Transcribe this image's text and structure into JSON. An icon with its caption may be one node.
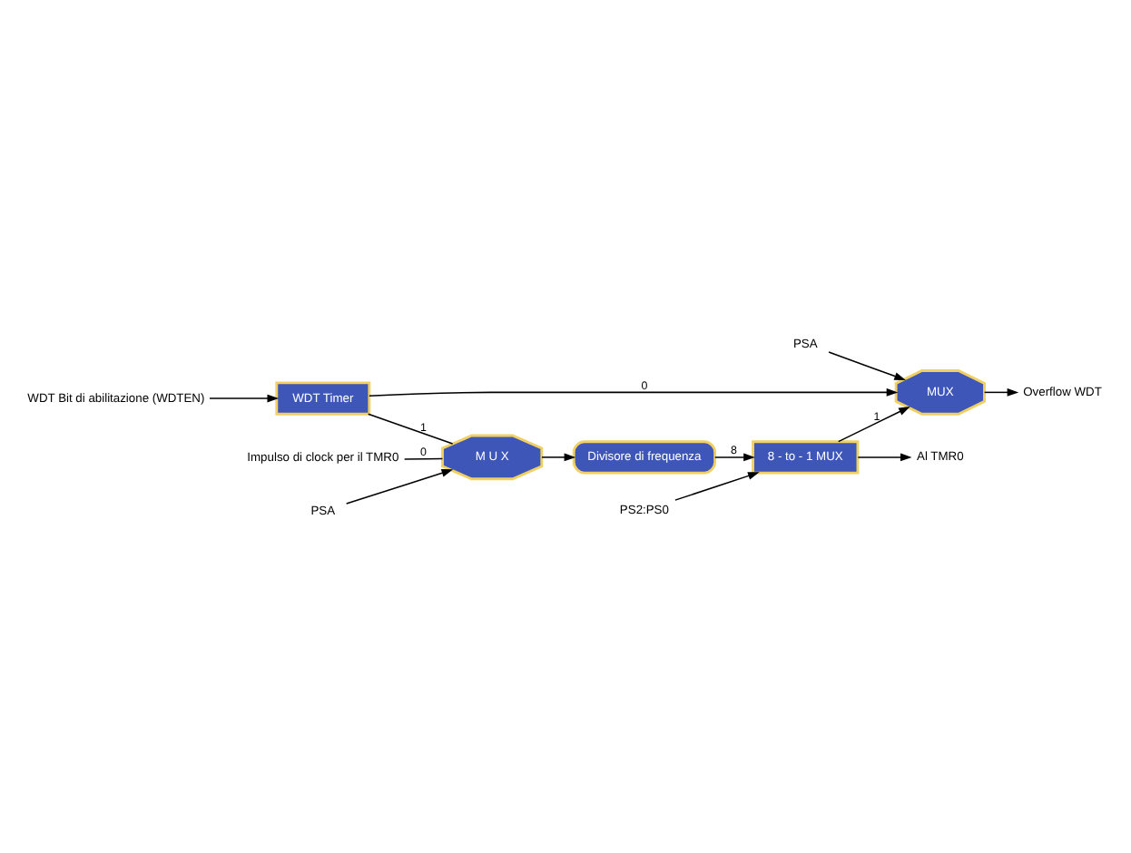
{
  "diagram": {
    "nodes": [
      {
        "text": [
          "Impulso di clock per il TMR0"
        ]
      },
      {
        "text": [
          "WDT Timer"
        ]
      },
      {
        "text": [
          "M U X"
        ]
      },
      {
        "text": [
          "Divisore di frequenza"
        ]
      },
      {
        "text": [
          "8 - to - 1 MUX"
        ]
      },
      {
        "text": [
          "PS2:PS0"
        ]
      },
      {
        "text": [
          "PSA"
        ]
      },
      {
        "text": [
          "WDT Bit di abilitazione (WDTEN)"
        ]
      },
      {
        "text": [
          "Al TMR0"
        ]
      },
      {
        "text": [
          "MUX"
        ]
      },
      {
        "text": [
          "PSA"
        ]
      },
      {
        "text": [
          "Overflow WDT"
        ]
      }
    ],
    "edges": [
      {
        "from": 0,
        "to": 2,
        "arrow": "none",
        "label": "0"
      },
      {
        "from": 1,
        "to": 2,
        "arrow": "none",
        "label": "1"
      },
      {
        "from": 2,
        "to": 3,
        "arrow": "to"
      },
      {
        "from": 3,
        "to": 4,
        "arrow": "to",
        "label": "8"
      },
      {
        "from": 5,
        "to": 4,
        "arrow": "to"
      },
      {
        "from": 6,
        "to": 2,
        "arrow": "to"
      },
      {
        "from": 7,
        "to": 1,
        "arrow": "to"
      },
      {
        "from": 4,
        "to": 8,
        "arrow": "to"
      },
      {
        "from": 4,
        "to": 9,
        "arrow": "to",
        "label": "1"
      },
      {
        "from": 1,
        "to": 9,
        "arrow": "to",
        "label": "0"
      },
      {
        "from": 10,
        "to": 9,
        "arrow": "to"
      },
      {
        "from": 9,
        "to": 11,
        "arrow": "to"
      }
    ]
  }
}
